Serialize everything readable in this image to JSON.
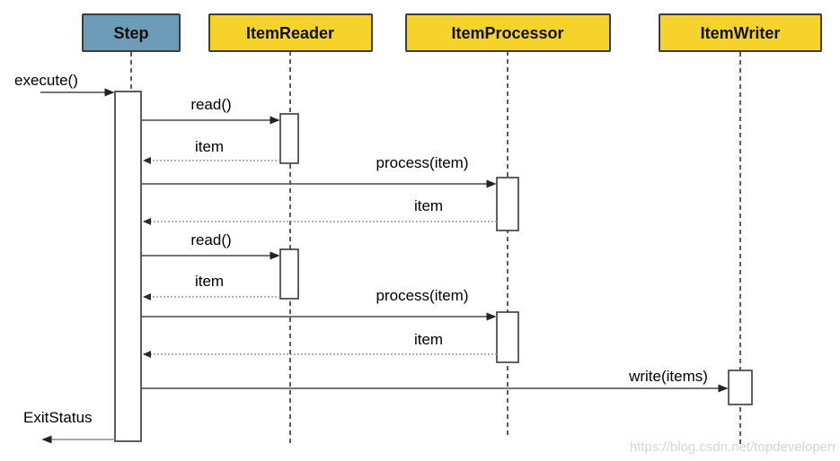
{
  "diagram": {
    "type": "uml-sequence-diagram",
    "participants": [
      {
        "label": "Step",
        "fill": "#6d9cb8"
      },
      {
        "label": "ItemReader",
        "fill": "#f6d32b"
      },
      {
        "label": "ItemProcessor",
        "fill": "#f6d32b"
      },
      {
        "label": "ItemWriter",
        "fill": "#f6d32b"
      }
    ],
    "messages": [
      {
        "label": "execute()",
        "type": "sync",
        "from": "caller",
        "to": "Step"
      },
      {
        "label": "read()",
        "type": "sync",
        "from": "Step",
        "to": "ItemReader"
      },
      {
        "label": "item",
        "type": "return",
        "from": "ItemReader",
        "to": "Step"
      },
      {
        "label": "process(item)",
        "type": "sync",
        "from": "Step",
        "to": "ItemProcessor"
      },
      {
        "label": "item",
        "type": "return",
        "from": "ItemProcessor",
        "to": "Step"
      },
      {
        "label": "read()",
        "type": "sync",
        "from": "Step",
        "to": "ItemReader"
      },
      {
        "label": "item",
        "type": "return",
        "from": "ItemReader",
        "to": "Step"
      },
      {
        "label": "process(item)",
        "type": "sync",
        "from": "Step",
        "to": "ItemProcessor"
      },
      {
        "label": "item",
        "type": "return",
        "from": "ItemProcessor",
        "to": "Step"
      },
      {
        "label": "write(items)",
        "type": "sync",
        "from": "Step",
        "to": "ItemWriter"
      },
      {
        "label": "ExitStatus",
        "type": "return",
        "from": "Step",
        "to": "caller"
      }
    ],
    "watermark": "https://blog.csdn.net/topdeveloperr",
    "colors": {
      "step_header": "#6d9cb8",
      "component_header": "#f6d32b",
      "border": "#3d3d3d",
      "sync_line": "#4a4a4a",
      "return_line": "#9a9a9a",
      "watermark": "#d5d5d5"
    }
  }
}
